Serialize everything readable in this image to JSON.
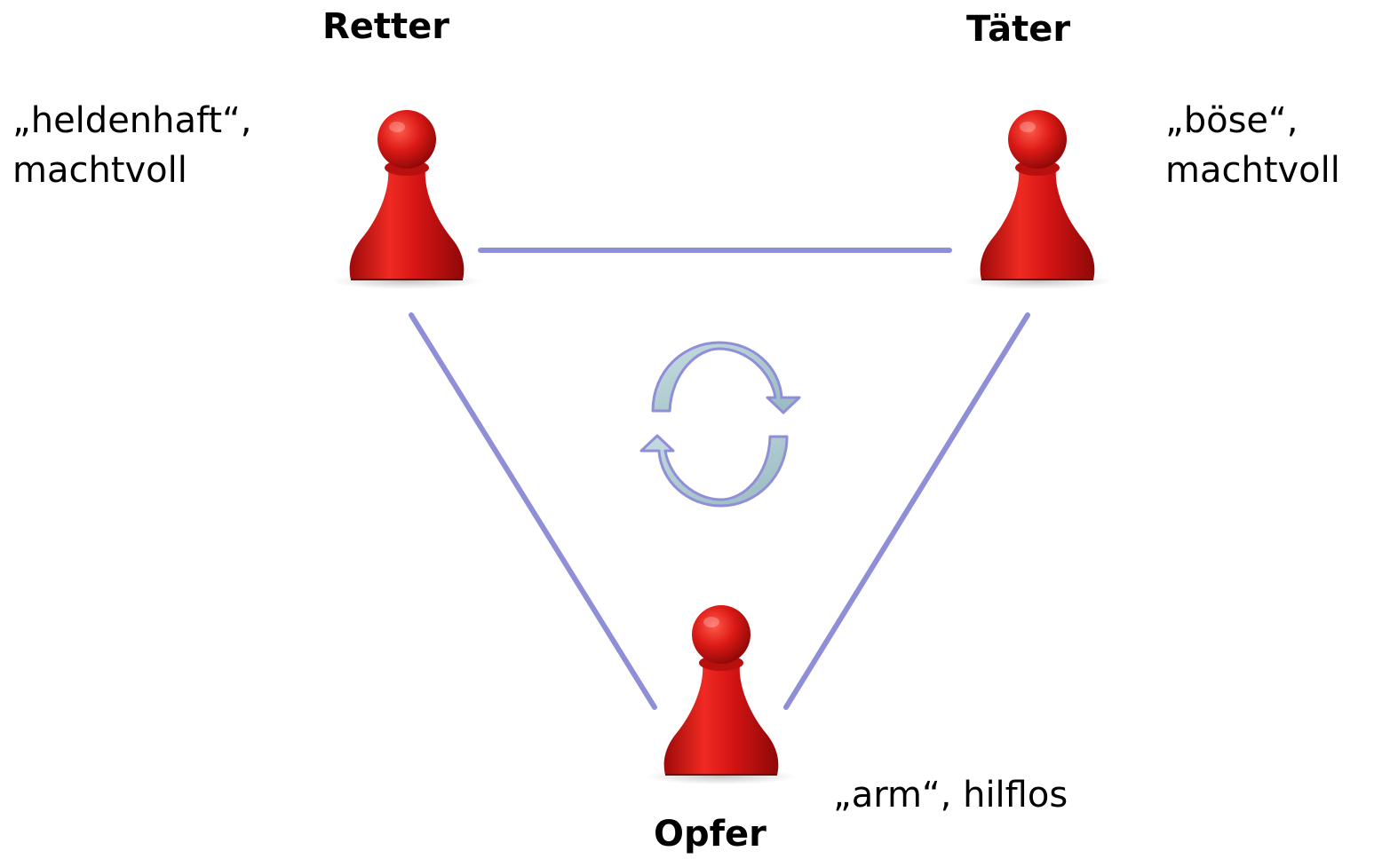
{
  "roles": {
    "rescuer": {
      "title": "Retter",
      "description_line1": "„heldenhaft“,",
      "description_line2": "machtvoll"
    },
    "perpetrator": {
      "title": "Täter",
      "description_line1": "„böse“,",
      "description_line2": "machtvoll"
    },
    "victim": {
      "title": "Opfer",
      "description_line1": "„arm“, hilflos"
    }
  },
  "colors": {
    "connector": "#8f8fd8",
    "pawn": "#d81818",
    "cycle_arrow_fill": "#a9c6cc",
    "cycle_arrow_stroke": "#8f8fd8"
  },
  "icons": {
    "pawn": "game-pawn-icon",
    "cycle": "cycle-arrows-icon"
  }
}
